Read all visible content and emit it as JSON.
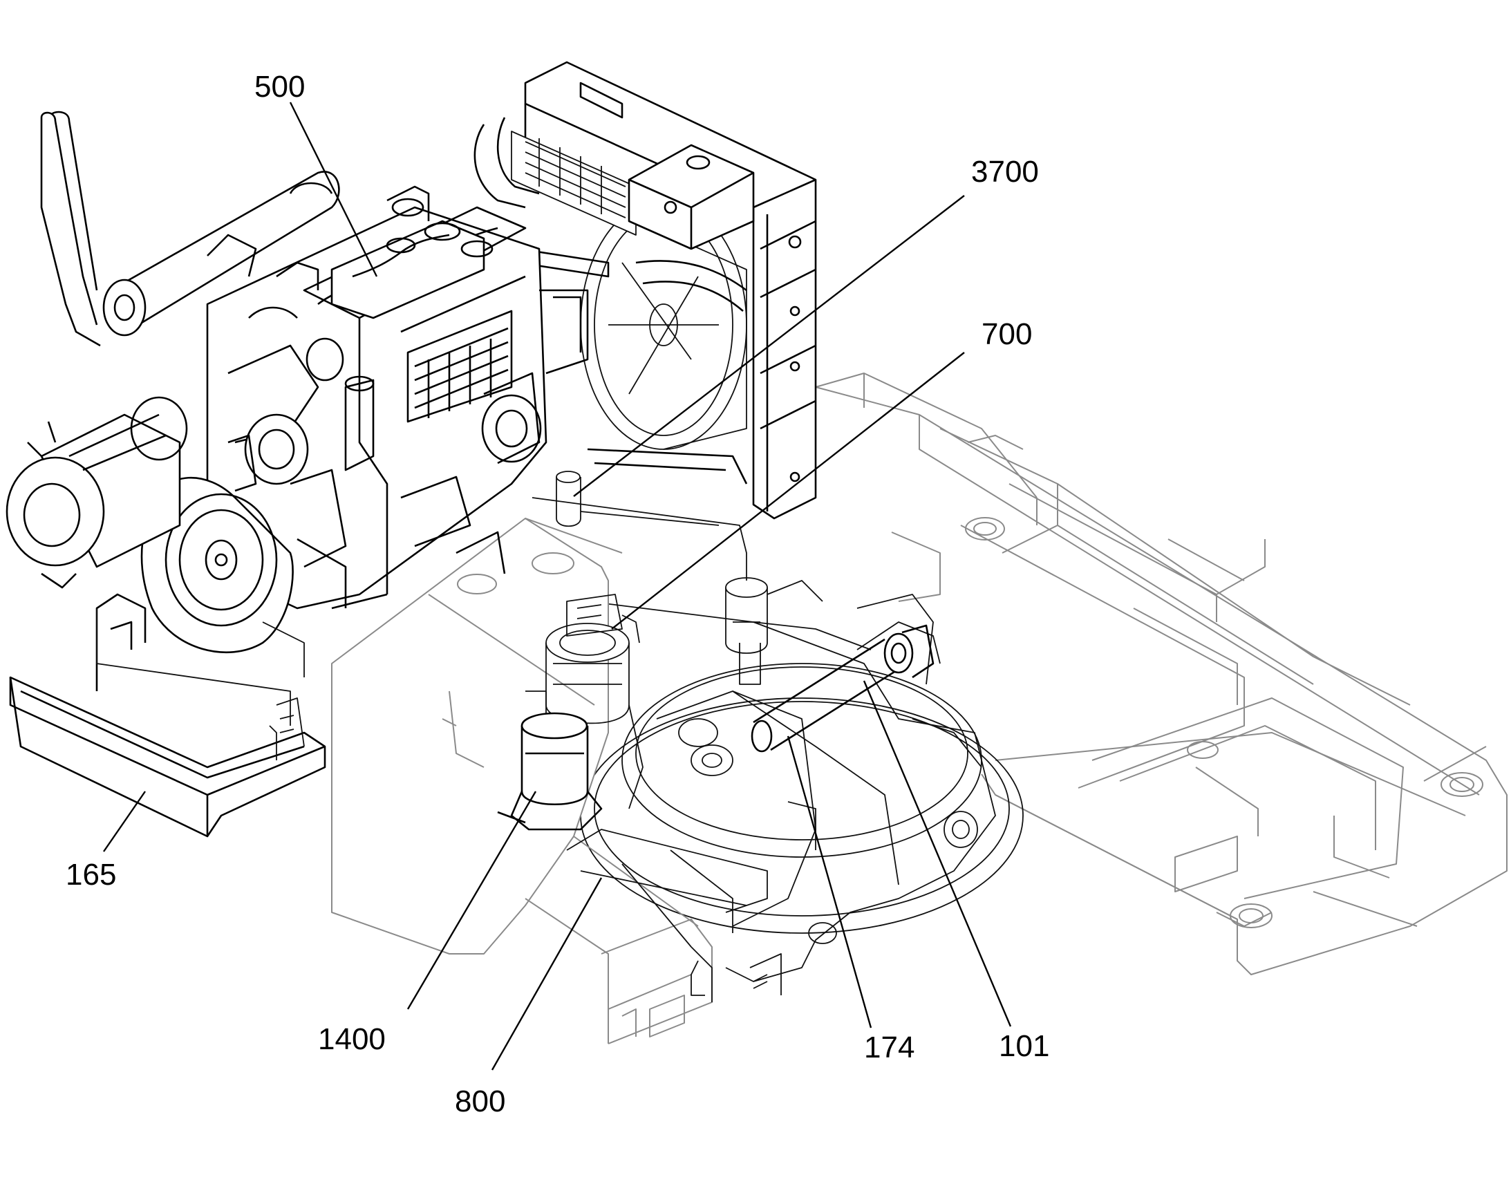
{
  "callouts": [
    {
      "id": "500",
      "text": "500"
    },
    {
      "id": "3700",
      "text": "3700"
    },
    {
      "id": "700",
      "text": "700"
    },
    {
      "id": "165",
      "text": "165"
    },
    {
      "id": "1400",
      "text": "1400"
    },
    {
      "id": "800",
      "text": "800"
    },
    {
      "id": "174",
      "text": "174"
    },
    {
      "id": "101",
      "text": "101"
    }
  ]
}
